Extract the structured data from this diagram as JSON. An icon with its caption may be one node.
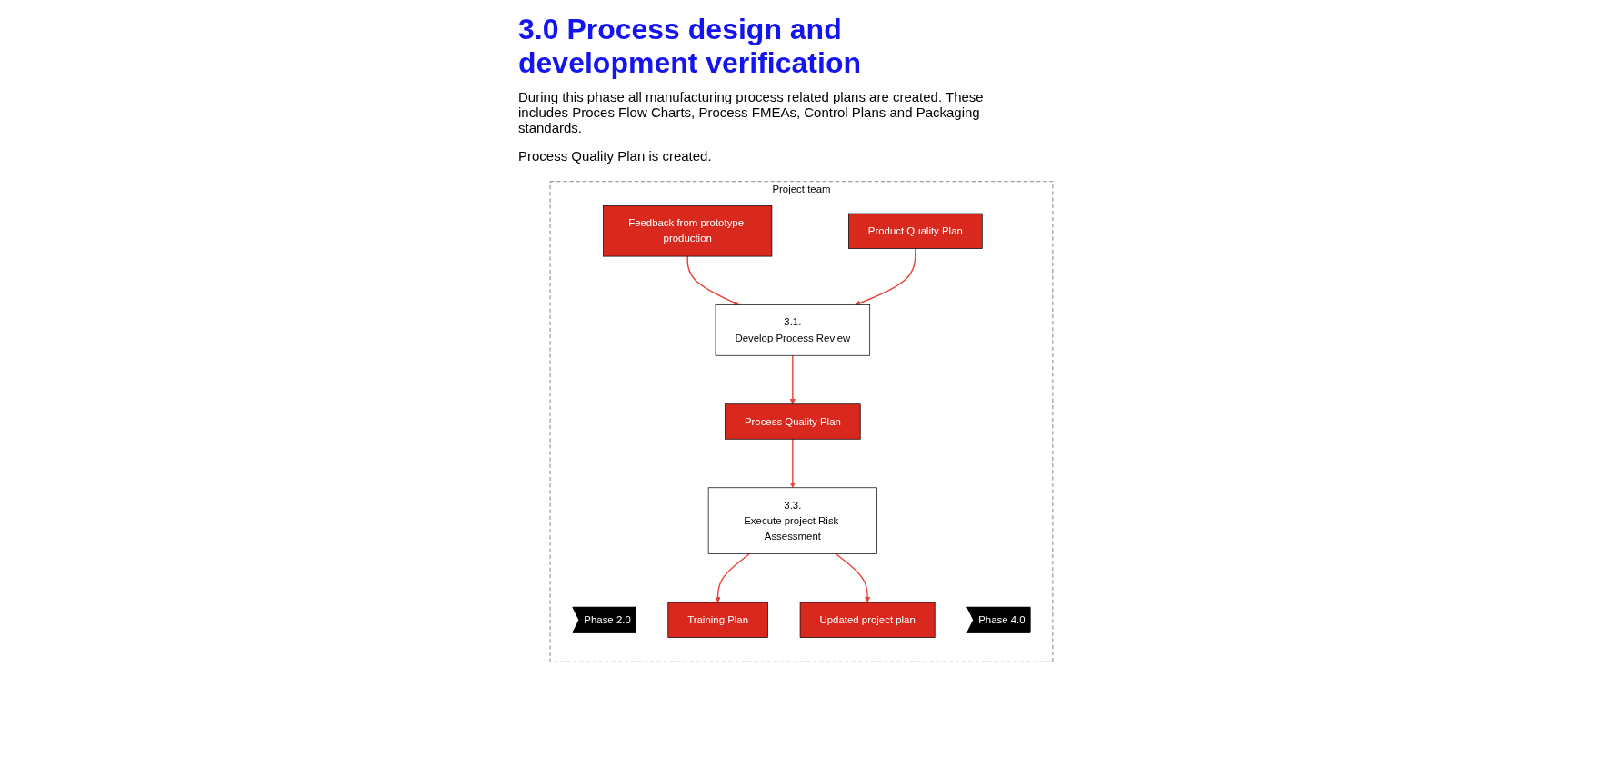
{
  "diagram": {
    "title": "3.0 Process design and development verification",
    "nodes": [
      {
        "text": [
          "Project team"
        ]
      },
      {
        "text": [
          "Phase 2.0"
        ],
        "in": 0
      },
      {
        "text": [
          "Feedback from prototype production"
        ],
        "in": 0
      },
      {
        "text": [
          "Product Quality Plan"
        ],
        "in": 0
      },
      {
        "text": [
          "3.1.",
          "Develop Process Review"
        ],
        "in": 0
      },
      {
        "text": [
          "Process Quality Plan"
        ],
        "in": 0
      },
      {
        "text": [
          "3.3.",
          "Execute project Risk Assessment"
        ],
        "in": 0
      },
      {
        "text": [
          "Training Plan"
        ],
        "in": 0
      },
      {
        "text": [
          "Updated project plan"
        ],
        "in": 0
      },
      {
        "text": [
          "Phase 4.0"
        ],
        "in": 0
      }
    ],
    "edges": [
      {
        "from": 2,
        "to": 4,
        "arrow": "to"
      },
      {
        "from": 3,
        "to": 4,
        "arrow": "to"
      },
      {
        "from": 4,
        "to": 5,
        "arrow": "to"
      },
      {
        "from": 5,
        "to": 6,
        "arrow": "to"
      },
      {
        "from": 6,
        "to": 7,
        "arrow": "to"
      },
      {
        "from": 6,
        "to": 8,
        "arrow": "to"
      }
    ],
    "labels": [
      "During this phase all manufacturing process related plans are created. These includes Proces Flow Charts, Process FMEAs, Control Plans and Packaging standards.",
      "Process Quality Plan is created."
    ]
  }
}
